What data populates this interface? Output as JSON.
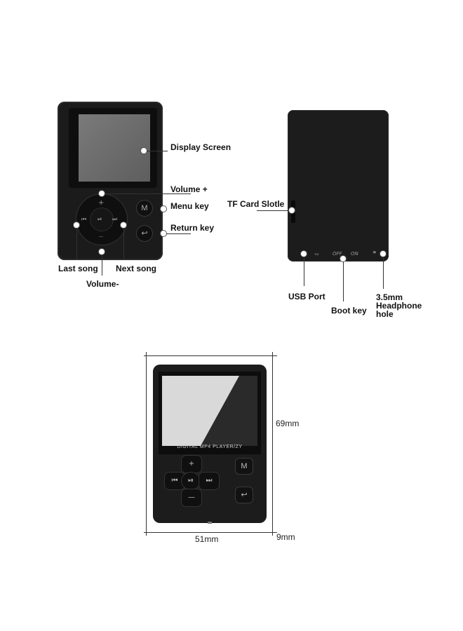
{
  "player_front": {
    "labels": {
      "display_screen": "Display Screen",
      "volume_plus": "Volume +",
      "menu_key": "Menu key",
      "return_key": "Return key",
      "last_song": "Last song",
      "next_song": "Next song",
      "volume_minus": "Volume-"
    },
    "keys": {
      "menu": "M",
      "plus": "+",
      "minus": "—",
      "prev": "⏮",
      "play": "⏯",
      "next": "⏭",
      "back": "↩"
    }
  },
  "player_back": {
    "labels": {
      "tf_card": "TF Card Slotle",
      "usb_port": "USB Port",
      "boot_key": "Boot key",
      "headphone_1": "3.5mm",
      "headphone_2": "Headphone",
      "headphone_3": "hole"
    },
    "switch": {
      "off": "OFF",
      "on": "ON"
    },
    "icons": {
      "usb": "usb-icon",
      "headphone": "headphone-icon"
    }
  },
  "player_dimensions": {
    "screen_text": "DIGITAL MP4 PLAYER/ZY",
    "height": "69mm",
    "width": "51mm",
    "depth": "9mm"
  }
}
